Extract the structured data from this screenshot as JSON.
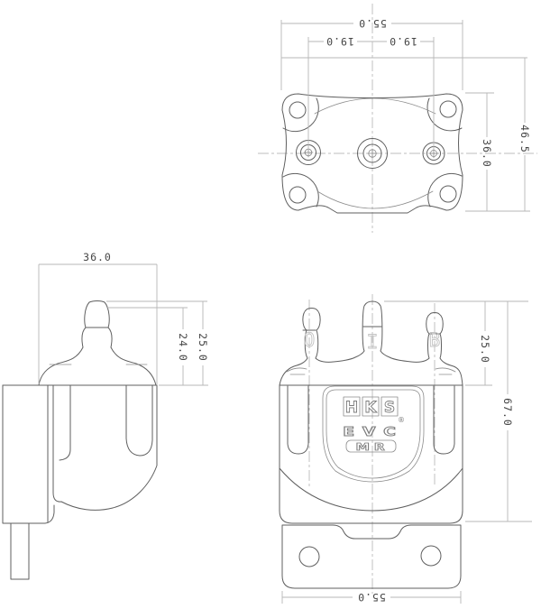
{
  "top_view": {
    "dim_width": "55.0",
    "dim_pitch_left": "19.0",
    "dim_pitch_right": "19.0",
    "dim_overall_depth": "46.5",
    "dim_body_depth": "36.0"
  },
  "side_view": {
    "dim_depth": "36.0",
    "dim_nozzle_height_outer": "25.0",
    "dim_nozzle_height_inner": "24.0"
  },
  "front_view": {
    "dim_nozzle_height": "25.0",
    "dim_overall_height": "67.0",
    "dim_width": "55.0",
    "port_labels": [
      "O",
      "I",
      "B"
    ],
    "logo": {
      "letters": [
        "H",
        "K",
        "S"
      ],
      "registered": "®",
      "line2": "EVC",
      "line3": "MR"
    }
  }
}
